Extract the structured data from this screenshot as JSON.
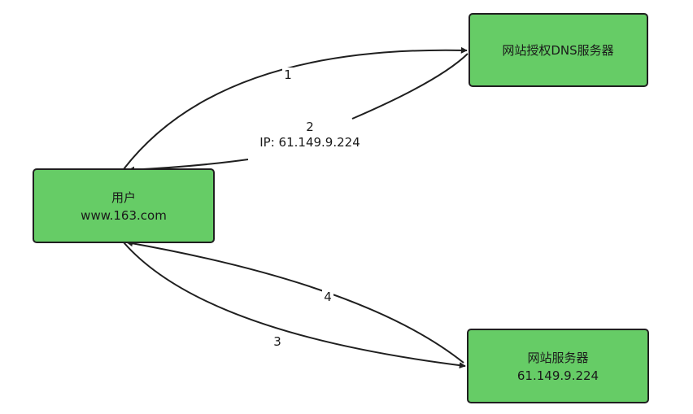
{
  "nodes": {
    "user": {
      "line1": "用户",
      "line2": "www.163.com"
    },
    "dns_server": {
      "line1": "网站授权DNS服务器"
    },
    "web_server": {
      "line1": "网站服务器",
      "line2": "61.149.9.224"
    }
  },
  "edges": {
    "step1": {
      "label": "1"
    },
    "step2": {
      "label": "2",
      "detail": "IP: 61.149.9.224"
    },
    "step3": {
      "label": "3"
    },
    "step4": {
      "label": "4"
    }
  },
  "colors": {
    "node_fill": "#66cc66",
    "stroke": "#1f1f1f",
    "background": "#ffffff"
  }
}
